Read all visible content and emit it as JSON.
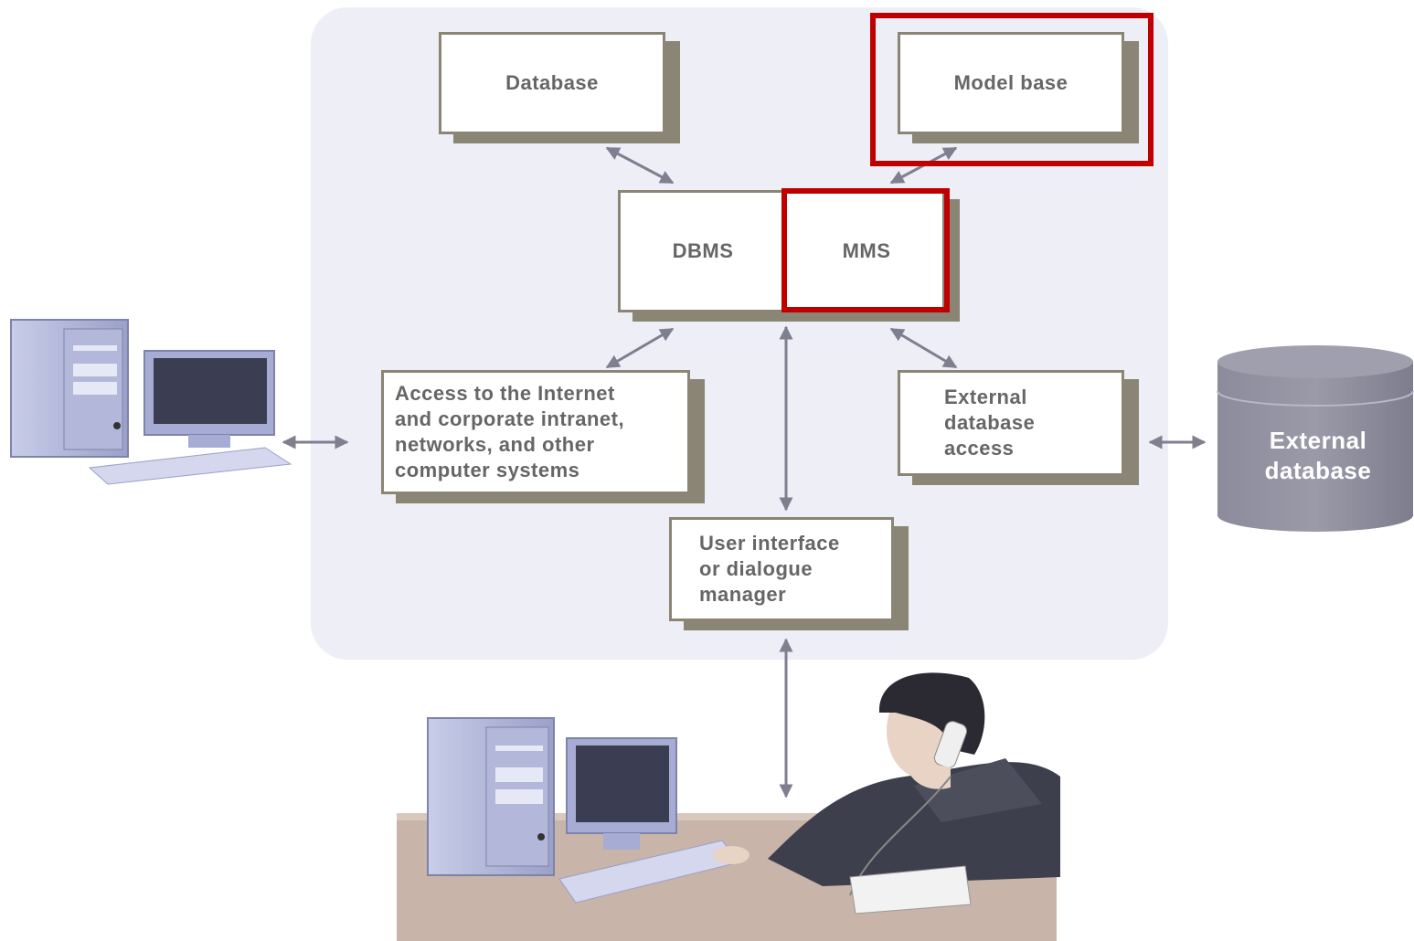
{
  "diagram": {
    "nodes": {
      "database": "Database",
      "model_base": "Model base",
      "dbms": "DBMS",
      "mms": "MMS",
      "internet_access": "Access to the Internet\nand corporate intranet,\nnetworks, and other\ncomputer systems",
      "external_db_access": "External\ndatabase\naccess",
      "user_interface": "User interface\nor dialogue\nmanager",
      "external_database": "External\ndatabase"
    },
    "highlighted": [
      "model_base",
      "mms"
    ],
    "colors": {
      "panel": "#eeeef7",
      "box_border": "#8a8574",
      "box_shadow": "#8a8574",
      "text": "#666666",
      "highlight": "#c00000",
      "arrow": "#7f7f8f",
      "cylinder": "#8e8d9c"
    },
    "icons": [
      "desktop-computer-icon",
      "desktop-computer-icon",
      "businessman-phone-icon",
      "database-cylinder-icon"
    ]
  }
}
